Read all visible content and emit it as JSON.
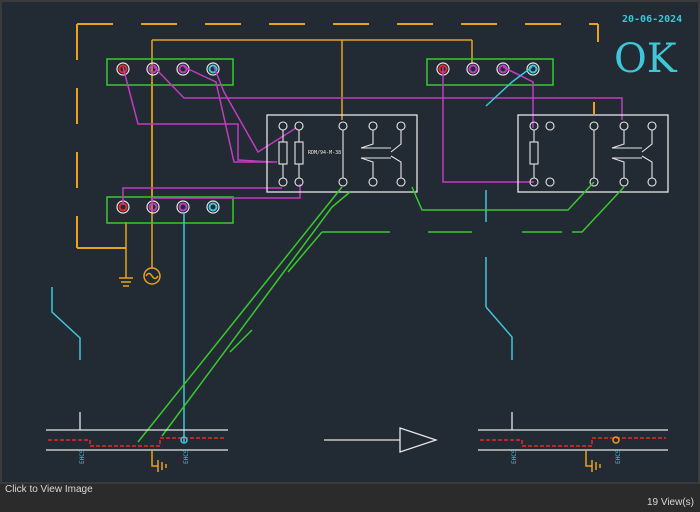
{
  "diagram": {
    "date": "20-06-2024",
    "status": "OK",
    "relay_label": "RDM/94-M-38",
    "bus_tag": "EHCS",
    "colors": {
      "background": "#222a33",
      "green": "#39c82e",
      "magenta": "#c23bc2",
      "orange": "#e8a21e",
      "cyan": "#3fc6d8",
      "white": "#e6e6e6",
      "red": "#e8282a"
    }
  },
  "footer": {
    "caption": "Click to View Image",
    "views": "19 View(s)"
  }
}
